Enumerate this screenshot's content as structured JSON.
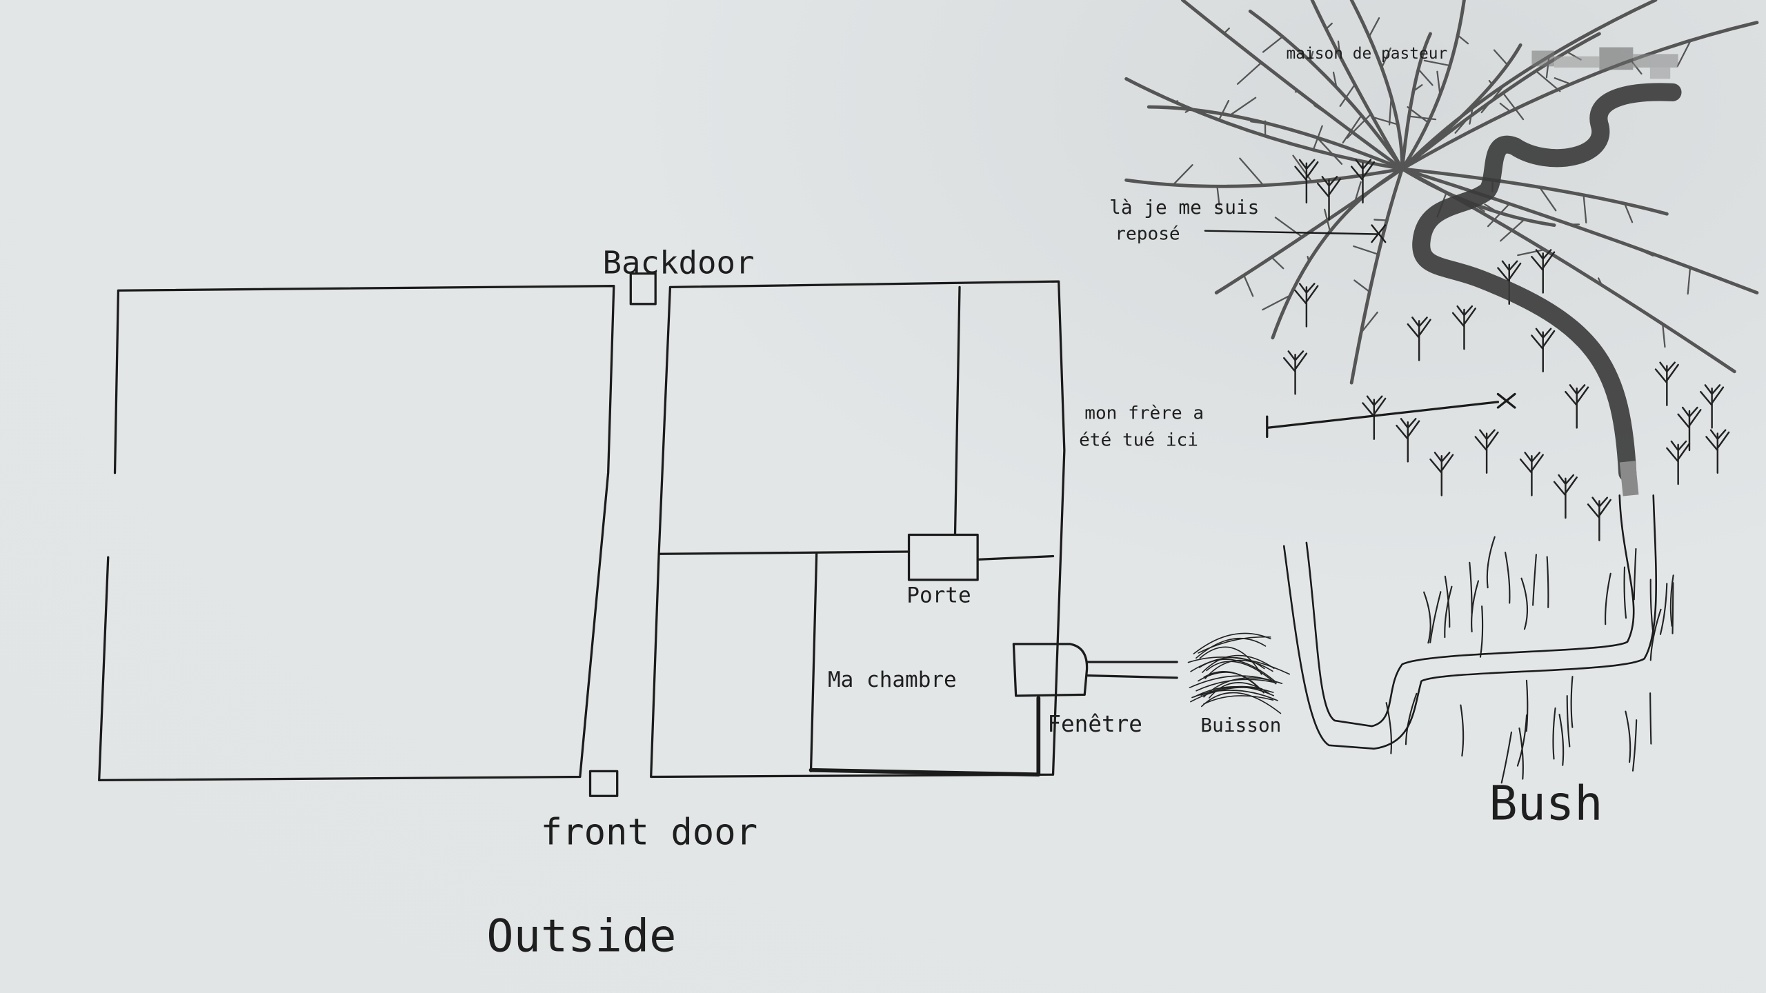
{
  "labels": {
    "backdoor": "Backdoor",
    "front_door": "front door",
    "outside": "Outside",
    "porte": "Porte",
    "ma_chambre": "Ma chambre",
    "fenetre": "Fenêtre",
    "buisson": "Buisson",
    "bush": "Bush",
    "maison": "maison de pasteur",
    "repose_line1": "là je me suis",
    "repose_line2": "reposé",
    "frere_line1": "mon frère a",
    "frere_line2": "été tué ici"
  },
  "colors": {
    "paper": "#e1e5e6",
    "ink": "#1b1b1b",
    "river": "#3a3a3a"
  }
}
